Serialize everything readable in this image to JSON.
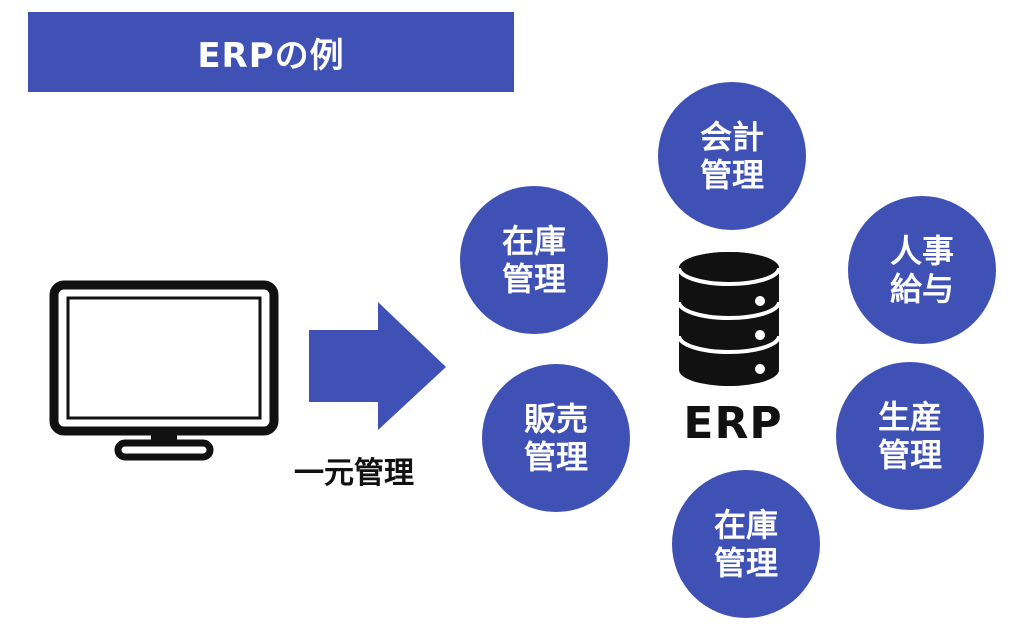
{
  "title": "ERPの例",
  "center_label": "ERP",
  "arrow_label": "一元管理",
  "colors": {
    "accent": "#3F51B5",
    "text": "#111111",
    "icon": "#111111"
  },
  "icons": {
    "monitor": "monitor-icon",
    "arrow": "right-arrow-icon",
    "database": "database-icon"
  },
  "modules": [
    {
      "label": "会計管理"
    },
    {
      "label": "人事給与"
    },
    {
      "label": "生産管理"
    },
    {
      "label": "在庫管理"
    },
    {
      "label": "販売管理"
    },
    {
      "label": "在庫管理"
    }
  ]
}
